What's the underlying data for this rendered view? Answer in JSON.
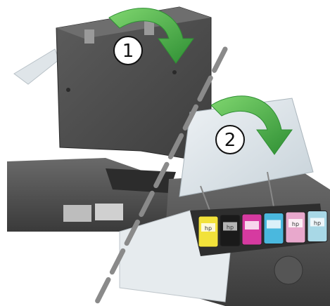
{
  "steps": [
    {
      "number": "1"
    },
    {
      "number": "2"
    }
  ],
  "cartridges": [
    {
      "color": "yellow",
      "hex": "#f2e23a",
      "label": "hp"
    },
    {
      "color": "black",
      "hex": "#1a1a1a",
      "label": "hp"
    },
    {
      "color": "magenta",
      "hex": "#d63aa0",
      "label": ""
    },
    {
      "color": "cyan",
      "hex": "#4ab8de",
      "label": ""
    },
    {
      "color": "light-magenta",
      "hex": "#e8a8cc",
      "label": "hp"
    },
    {
      "color": "light-cyan",
      "hex": "#a8d8e6",
      "label": "hp"
    }
  ],
  "colors": {
    "arrow": "#4fb848",
    "arrow_dark": "#2f8f34",
    "printer_body": "#4a4a4a",
    "lid_light": "#d7e0e6",
    "divider": "#8a8a8a"
  }
}
